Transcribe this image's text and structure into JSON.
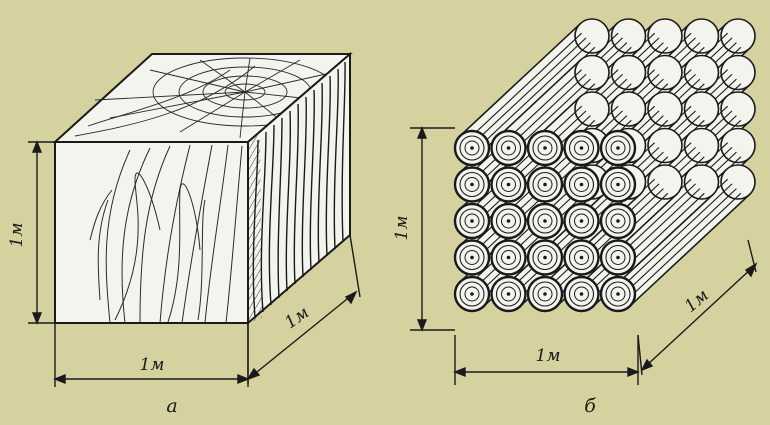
{
  "figure_a": {
    "height_label": "1м",
    "width_label": "1м",
    "depth_label": "1м",
    "caption": "а"
  },
  "figure_b": {
    "height_label": "1м",
    "width_label": "1м",
    "depth_label": "1м",
    "caption": "б",
    "log_rows": 5,
    "log_cols": 5
  },
  "colors": {
    "background": "#d5d2a0",
    "ink": "#1a1a1a",
    "paper": "#f4f4ee"
  }
}
